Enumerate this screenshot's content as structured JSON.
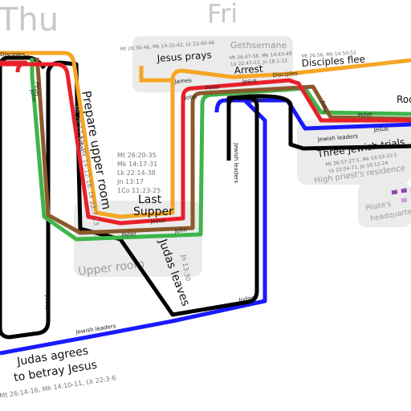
{
  "days": {
    "thu": "Thu",
    "fri": "Fri"
  },
  "places": {
    "gethsemane": "Gethsemane",
    "upper_room": "Upper room",
    "high_priest": "High priest's residence",
    "pilate_line1": "Pilate's",
    "pilate_line2": "headquarters"
  },
  "events": {
    "prepare": "Prepare upper room",
    "prepare_ref1": "Mt 26:17-19, Mk 14:12-16, Lk 22:7-13",
    "last_supper_1": "Last",
    "last_supper_2": "Supper",
    "last_supper_refs": [
      "Mt 26:20-35",
      "Mk 14:17-31",
      "Lk 22:14-38",
      "Jn 13:17",
      "1Co 11:23-25"
    ],
    "judas_leaves": "Judas leaves",
    "judas_leaves_ref": "Jn 13:30",
    "judas_agrees_1": "Judas agrees",
    "judas_agrees_2": "to betray Jesus",
    "judas_agrees_ref": "Mt 26:14-16, Mk 14:10-11, Lk 22:3-6",
    "jesus_prays": "Jesus prays",
    "jesus_prays_ref": "Mt 26:36-46, Mk 14:32-42, Lk 22:40-46",
    "arrest": "Arrest",
    "arrest_ref1": "Mt 26:47-56, Mk 14:43-49",
    "arrest_ref2": "Lk 22:47-53, Jn 18:1-12",
    "disciples_flee": "Disciples flee",
    "disciples_flee_ref": "Mt 26:56, Mk 14:50-52",
    "trials": "Three Jewish trials",
    "trials_ref1": "Mt 26:57-27:1, Mk 14:53-15:1",
    "trials_ref2": "Lk 22:54-71, Jn 18:12-24",
    "roo": "Roo"
  },
  "line_labels": {
    "disciples": "Disciples",
    "peter": "Peter",
    "john": "John",
    "judas": "Judas",
    "jesus": "Jesus",
    "james": "James",
    "jewish_leaders": "Jewish leaders"
  },
  "colors": {
    "disciples": "#f5a623",
    "jesus": "#e8202a",
    "peter": "#8b5a2b",
    "john": "#3db54a",
    "judas": "#000000",
    "jewish_leaders": "#1a1aff",
    "pilate": "#8e44ad",
    "place_bg": "#ebebeb"
  }
}
